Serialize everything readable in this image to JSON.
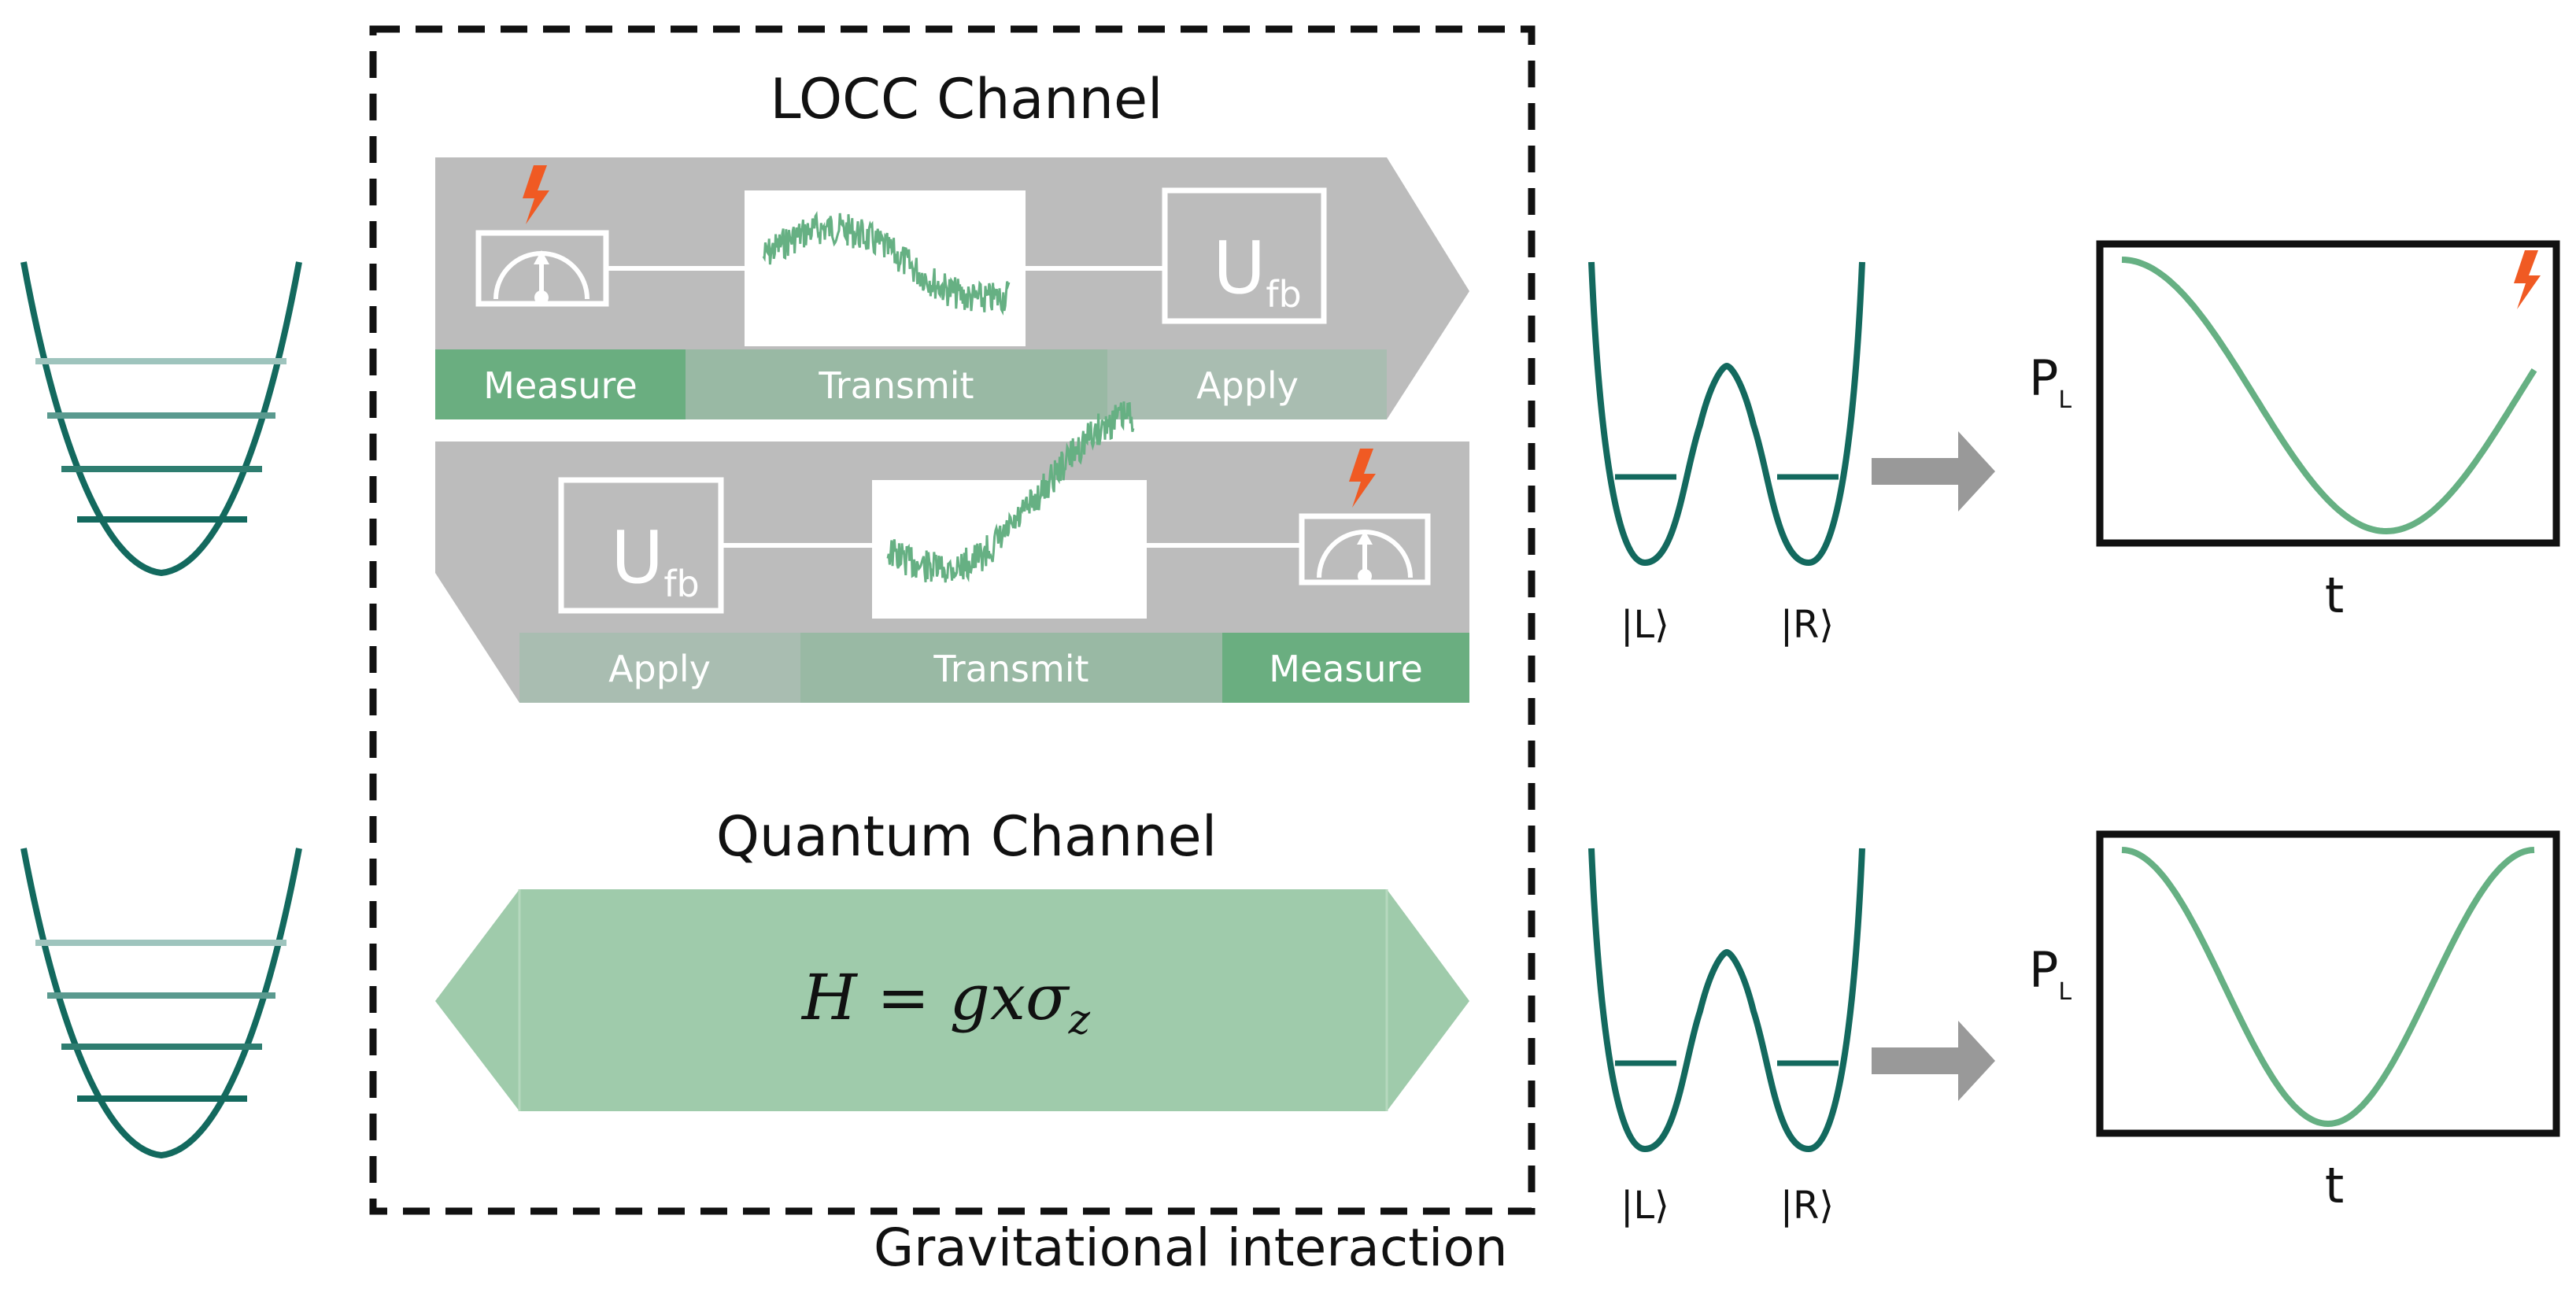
{
  "locc": {
    "title": "LOCC Channel",
    "top_flow": {
      "labels": [
        "Measure",
        "Transmit",
        "Apply"
      ],
      "unitary": "U",
      "unitary_sub": "fb"
    },
    "bottom_flow": {
      "labels": [
        "Apply",
        "Transmit",
        "Measure"
      ],
      "unitary": "U",
      "unitary_sub": "fb"
    }
  },
  "quantum": {
    "title": "Quantum Channel",
    "hamiltonian": "H = gxσ",
    "hamiltonian_sub": "z"
  },
  "footer": {
    "interaction_label": "Gravitational interaction"
  },
  "wells": {
    "top": {
      "left_state": "|L⟩",
      "right_state": "|R⟩"
    },
    "bottom": {
      "left_state": "|L⟩",
      "right_state": "|R⟩"
    }
  },
  "plots": {
    "top": {
      "ylabel": "P",
      "ylabel_sub": "L",
      "xlabel": "t"
    },
    "bottom": {
      "ylabel": "P",
      "ylabel_sub": "L",
      "xlabel": "t"
    }
  },
  "colors": {
    "teal": "#13695e",
    "green": "#66b083",
    "measure_green": "#6aae80",
    "transmit_green": "#99b9a4",
    "apply_green": "#a9bdb1",
    "panel_grey": "#bcbcbc",
    "channel_green": "#9fcbab",
    "spark": "#f05a23",
    "arrow_grey": "#999999"
  },
  "icons": [
    "lightning-icon",
    "meter-icon",
    "noise-signal-icon",
    "arrow-right-icon"
  ]
}
